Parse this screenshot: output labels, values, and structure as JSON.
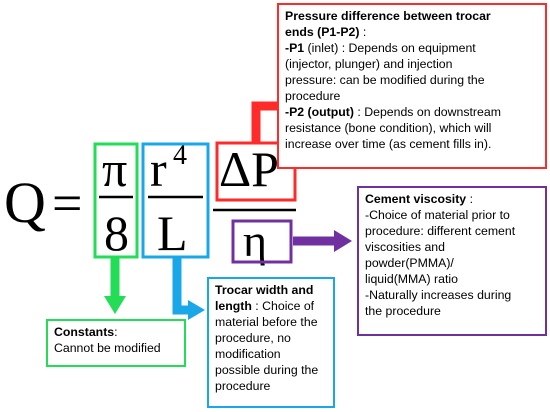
{
  "formula": {
    "q": "Q",
    "equals": "=",
    "pi": "π",
    "eight": "8",
    "r": "r",
    "exponent": "4",
    "l": "L",
    "delta_p": "ΔP",
    "eta": "η"
  },
  "boxes": {
    "pressure": {
      "title_line1": "Pressure difference between trocar",
      "title_line2": "ends (P1-P2)",
      "title_suffix": " :",
      "p1_label": "-P1",
      "p1_text_line1": " (inlet) : Depends on equipment",
      "p1_text_line2": "(injector, plunger) and injection",
      "p1_text_line3": "pressure: can be modified during the",
      "p1_text_line4": "procedure",
      "p2_label": "-P2 (output)",
      "p2_text_line1": " : Depends on downstream",
      "p2_text_line2": "resistance (bone condition), which will",
      "p2_text_line3": "increase over time (as cement fills in)."
    },
    "viscosity": {
      "title": "Cement viscosity",
      "title_suffix": " :",
      "line1": "-Choice of material prior to",
      "line2": "procedure: different cement",
      "line3": "viscosities and",
      "line4": "powder(PMMA)/",
      "line5": "liquid(MMA) ratio",
      "line6": "-Naturally increases during",
      "line7": "the procedure"
    },
    "trocar": {
      "title_line1": "Trocar width and",
      "title_line2": "length",
      "text_line2": " : Choice of",
      "line3": "material before the",
      "line4": "procedure, no",
      "line5": "modification",
      "line6": "possible during the",
      "line7": "procedure"
    },
    "constants": {
      "title": "Constants",
      "title_suffix": ":",
      "line2": "Cannot be modified"
    }
  },
  "colors": {
    "red": "#ff2a2a",
    "purple": "#7030a0",
    "blue": "#1aa7e8",
    "green": "#22dd55"
  }
}
